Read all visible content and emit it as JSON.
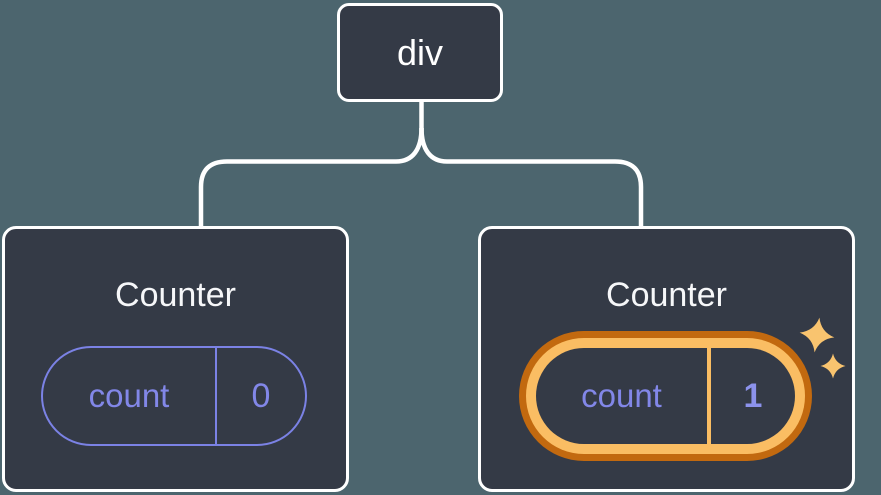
{
  "diagram": {
    "background_color": "#4c656e",
    "node_fill_color": "#343a46",
    "node_border_color": "#ffffff",
    "connector_color": "#ffffff",
    "state_purple": "#8287e8",
    "state_pill_border_purple": "#7b82e5",
    "highlight_ring_outer_color": "#c2690f",
    "highlight_ring_inner_color": "#fabd63",
    "sparkle_color": "#f9c46f",
    "root_node": {
      "label": "div"
    },
    "counters": [
      {
        "title": "Counter",
        "state_key": "count",
        "state_value": "0",
        "highlighted": false
      },
      {
        "title": "Counter",
        "state_key": "count",
        "state_value": "1",
        "highlighted": true
      }
    ],
    "icons": [
      {
        "name": "sparkles-icon",
        "glyph": "✦"
      }
    ]
  }
}
